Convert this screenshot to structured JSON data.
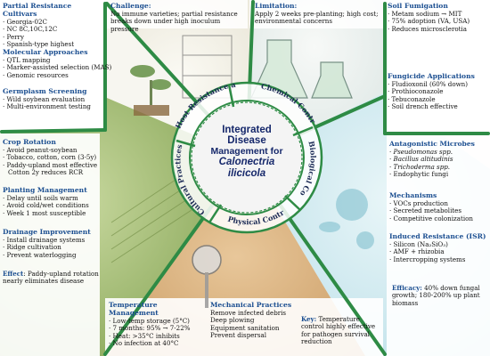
{
  "center": {
    "line1": "Integrated",
    "line2": "Disease",
    "line3": "Management for",
    "line4": "Calonectria",
    "line5": "ilicicola"
  },
  "ring_labels": {
    "host": "Host Resistance and Breeding",
    "chemical": "Chemical Control",
    "biological": "Biological Control",
    "physical": "Physical Control",
    "cultural": "Cultural Practices"
  },
  "host": {
    "partial_title": "Partial Resistance Cultivars",
    "partial_items": [
      "Georgia-02C",
      "NC 8C,10C,12C",
      "Perry",
      "Spanish-type highest"
    ],
    "challenge_title": "Challenge:",
    "challenge_text": "No immune varieties; partial resistance breaks down under high inoculum pressure",
    "molecular_title": "Molecular Approaches",
    "molecular_items": [
      "QTL mapping",
      "Marker-assisted selection (MAS)",
      "Genomic resources"
    ],
    "germplasm_title": "Germplasm Screening",
    "germplasm_items": [
      "Wild soybean evaluation",
      "Multi-environment testing"
    ]
  },
  "chemical": {
    "limitation_title": "Limitation:",
    "limitation_text": "Apply 2 weeks pre-planting; high cost; environmental concerns",
    "fumigation_title": "Soil Fumigation",
    "fumigation_items": [
      "Metam sodium → MIT",
      "75% adoption (VA, USA)",
      "Reduces microsclerotia"
    ],
    "fungicide_title": "Fungicide Applications",
    "fungicide_items": [
      "Fludioxonil (60% down)",
      "Prothioconazole",
      "Tebuconazole",
      "Soil drench effective"
    ]
  },
  "cultural": {
    "rotation_title": "Crop Rotation",
    "rotation_items": [
      "Avoid peanut-soybean",
      "Tobacco, cotton, corn (3-5y)",
      "Paddy-upland most effective"
    ],
    "rotation_extra": "Cotton 2y reduces RCR",
    "planting_title": "Planting Management",
    "planting_items": [
      "Delay until soils warm",
      "Avoid cold/wet conditions",
      "Week 1 most susceptible"
    ],
    "drainage_title": "Drainage Improvement",
    "drainage_items": [
      "Install drainage systems",
      "Ridge cultivation",
      "Prevent waterlogging"
    ],
    "effect_title": "Effect",
    "effect_text": ": Paddy-upland rotation nearly eliminates disease"
  },
  "biological": {
    "microbes_title": "Antagonistic Microbes",
    "microbes_items": [
      "Pseudomonas spp.",
      "Bacillus altitudinis",
      "Trichoderma spp.",
      "Endophytic fungi"
    ],
    "mechanisms_title": "Mechanisms",
    "mechanisms_items": [
      "VOCs production",
      "Secreted metabolites",
      "Competitive colonization"
    ],
    "isr_title": "Induced Resistance (ISR)",
    "isr_items": [
      "Silicon (Na₂SiO₃)",
      "AMF + rhizobia",
      "Intercropping systems"
    ],
    "efficacy_title": "Efficacy:",
    "efficacy_text": "40% down fungal growth; 180-200% up plant biomass"
  },
  "physical": {
    "temp_title": "Temperature Management",
    "temp_items": [
      "Low-temp storage (5°C)",
      "7 months: 95% → 7-22%",
      "Heat: >35°C inhibits",
      "No infection at 40°C"
    ],
    "mech_title": "Mechanical Practices",
    "mech_items": [
      "Remove infected debris",
      "Deep plowing",
      "Equipment sanitation",
      "Prevent dispersal"
    ],
    "key_title": "Key:",
    "key_text": "Temperature control highly effective for pathogen survival reduction"
  },
  "colors": {
    "heading": "#1c4f91",
    "ring": "#2e8b45",
    "divider": "#2e8b45",
    "center_fill": "#f4f4f4"
  }
}
